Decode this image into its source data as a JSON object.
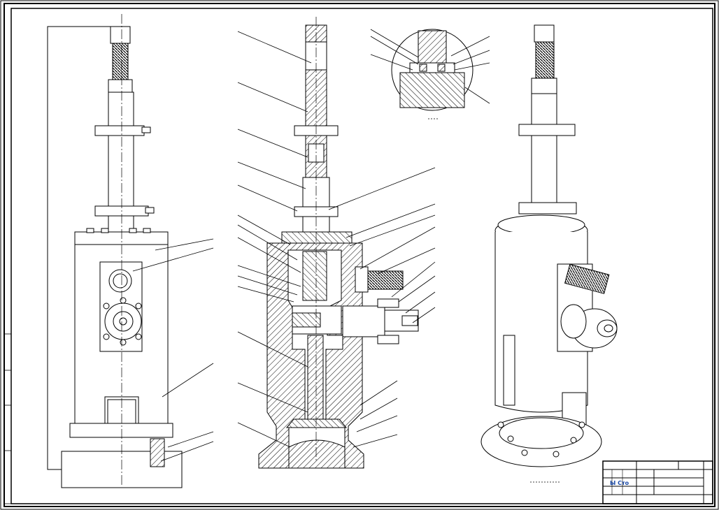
{
  "drawing": {
    "type": "mechanical assembly drawing",
    "views": [
      "front-view",
      "section-view",
      "detail-view",
      "isometric-view"
    ],
    "colors": {
      "line": "#000000",
      "paper": "#ffffff",
      "logo": "#1a4aa8"
    }
  },
  "title_block": {
    "logo_text": "Ы Сто"
  }
}
